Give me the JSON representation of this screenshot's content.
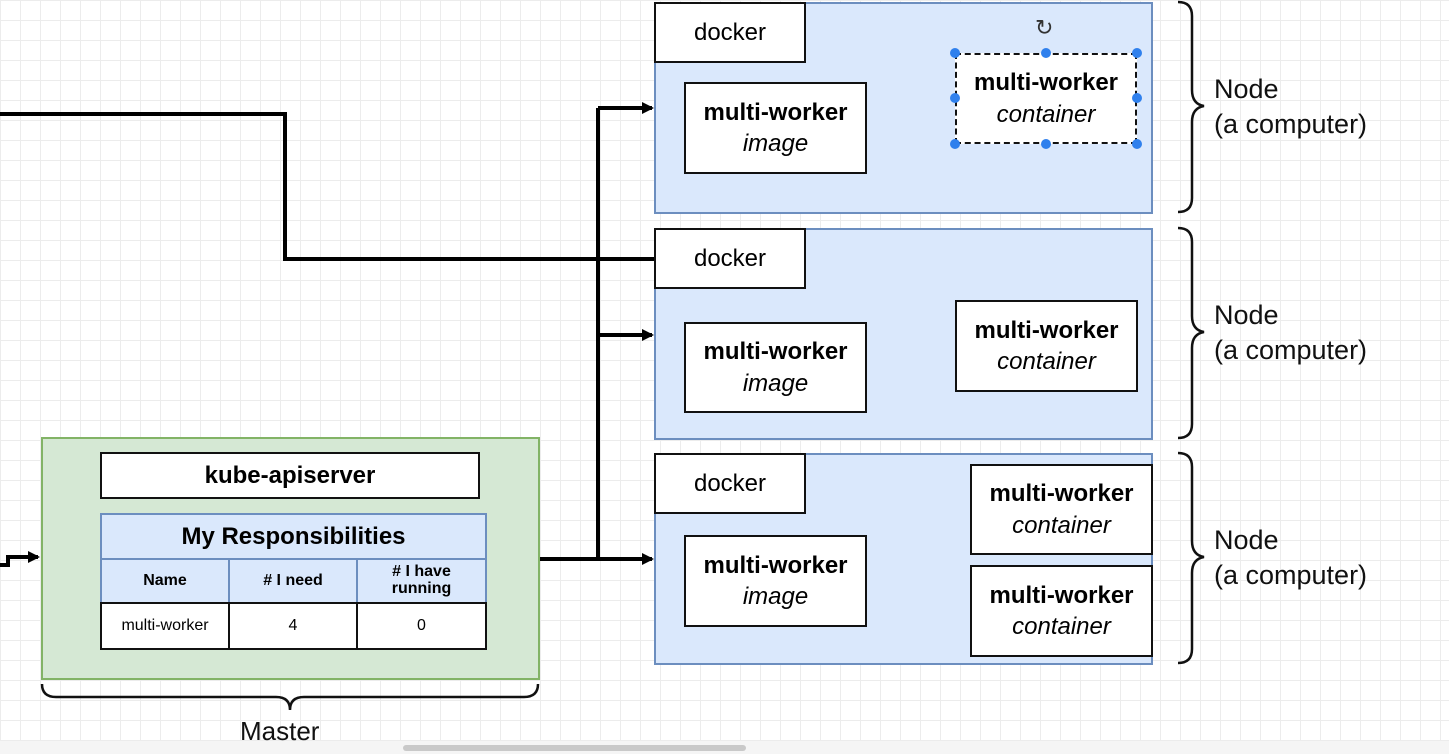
{
  "master": {
    "apiserver": "kube-apiserver",
    "table": {
      "title": "My Responsibilities",
      "headers": [
        "Name",
        "# I need",
        "# I have running"
      ],
      "row": [
        "multi-worker",
        "4",
        "0"
      ]
    },
    "label": "Master"
  },
  "nodes": [
    {
      "docker": "docker",
      "image": {
        "name": "multi-worker",
        "type": "image"
      },
      "containers": [
        {
          "name": "multi-worker",
          "type": "container"
        }
      ],
      "label_line1": "Node",
      "label_line2": "(a computer)"
    },
    {
      "docker": "docker",
      "image": {
        "name": "multi-worker",
        "type": "image"
      },
      "containers": [
        {
          "name": "multi-worker",
          "type": "container"
        }
      ],
      "label_line1": "Node",
      "label_line2": "(a computer)"
    },
    {
      "docker": "docker",
      "image": {
        "name": "multi-worker",
        "type": "image"
      },
      "containers": [
        {
          "name": "multi-worker",
          "type": "container"
        },
        {
          "name": "multi-worker",
          "type": "container"
        }
      ],
      "label_line1": "Node",
      "label_line2": "(a computer)"
    }
  ],
  "selection": {
    "icon": "rotate-icon"
  },
  "colors": {
    "node_fill": "#dae8fc",
    "node_border": "#6c8ebf",
    "master_fill": "#d5e8d4",
    "master_border": "#82b366",
    "selection_handle": "#2f80ed"
  }
}
